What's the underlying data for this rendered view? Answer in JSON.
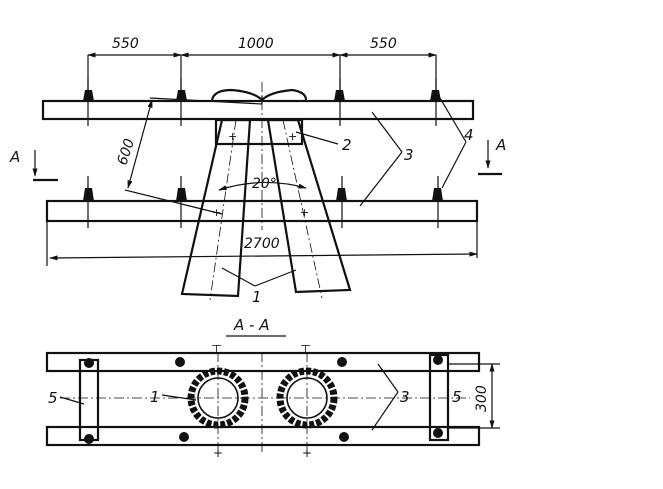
{
  "dimensions": {
    "span_left": "550",
    "span_middle": "1000",
    "span_right": "550",
    "height": "600",
    "angle": "20°",
    "overall_length": "2700",
    "section_width": "300"
  },
  "section": {
    "marker_left": "A",
    "marker_right": "A",
    "title": "A - A"
  },
  "callouts": {
    "c1_top": "1",
    "c2": "2",
    "c3_top": "3",
    "c4": "4",
    "c1_section": "1",
    "c3_section": "3",
    "c5_left": "5",
    "c5_right": "5"
  }
}
